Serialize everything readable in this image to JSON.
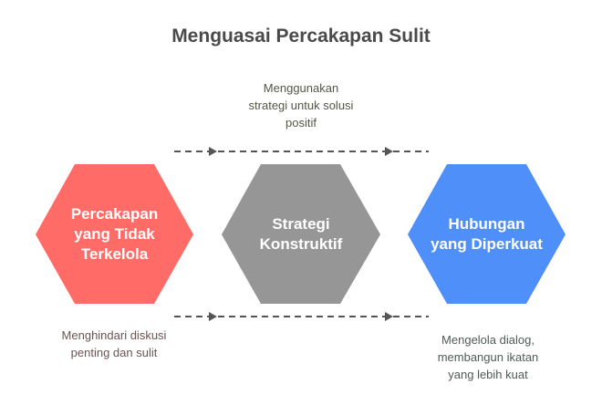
{
  "title": "Menguasai Percakapan Sulit",
  "top_note": [
    "Menggunakan",
    "strategi untuk solusi",
    "positif"
  ],
  "nodes": [
    {
      "label": [
        "Percakapan",
        "yang Tidak",
        "Terkelola"
      ],
      "color": "#ff6b67",
      "note": [
        "Menghindari diskusi",
        "penting dan sulit"
      ]
    },
    {
      "label": [
        "Strategi",
        "Konstruktif"
      ],
      "color": "#969696"
    },
    {
      "label": [
        "Hubungan",
        "yang Diperkuat"
      ],
      "color": "#4f8ffa",
      "note": [
        "Mengelola dialog,",
        "membangun ikatan",
        "yang lebih kuat"
      ]
    }
  ],
  "connector_color": "#555555"
}
